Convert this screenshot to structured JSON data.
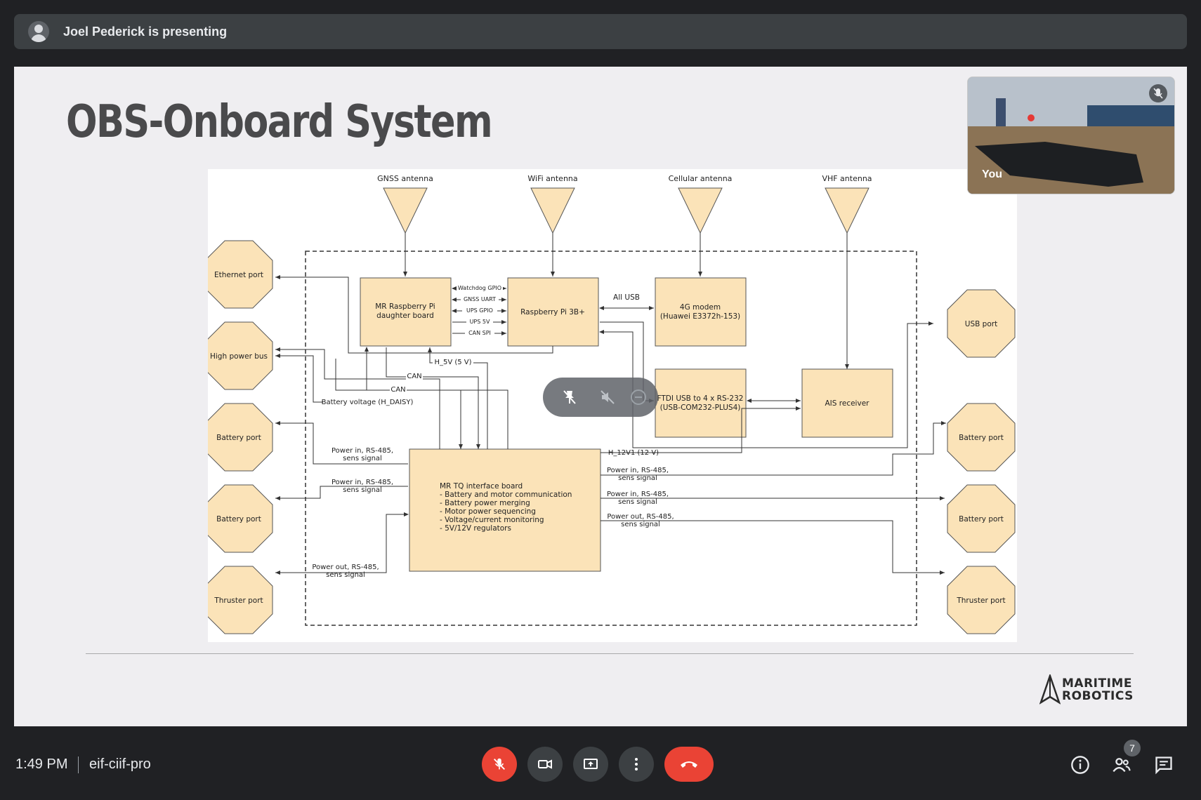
{
  "window": {
    "presenting_text": "Joel Pederick is presenting"
  },
  "slide": {
    "title": "OBS-Onboard System",
    "logo": {
      "line1": "MARITIME",
      "line2": "ROBOTICS"
    },
    "diagram": {
      "antennas": [
        "GNSS antenna",
        "WiFi antenna",
        "Cellular antenna",
        "VHF antenna"
      ],
      "boxes": {
        "mr_pi": [
          "MR Raspberry Pi",
          "daughter board"
        ],
        "pi3": "Raspberry Pi 3B+",
        "modem": [
          "4G modem",
          "(Huawei E3372h-153)"
        ],
        "ftdi": [
          "FTDI USB to 4 x RS-232",
          "(USB-COM232-PLUS4)"
        ],
        "ais": "AIS receiver",
        "tq": [
          "MR TQ interface board",
          "- Battery and motor communication",
          "- Battery power merging",
          "- Motor power sequencing",
          "- Voltage/current monitoring",
          "- 5V/12V regulators"
        ]
      },
      "ports_left": [
        "Ethernet port",
        "High power bus",
        "Battery port",
        "Battery port",
        "Thruster port"
      ],
      "ports_right": [
        "USB port",
        "Battery port",
        "Battery port",
        "Thruster port"
      ],
      "gpio_labels": [
        "Watchdog GPIO",
        "GNSS UART",
        "UPS GPIO",
        "UPS 5V",
        "CAN SPI"
      ],
      "labels": {
        "all_usb": "All USB",
        "h5v": "H_5V (5 V)",
        "can1": "CAN",
        "can2": "CAN",
        "battv": "Battery voltage (H_DAISY)",
        "pin1": [
          "Power in, RS-485,",
          "sens signal"
        ],
        "pin2": [
          "Power in, RS-485,",
          "sens signal"
        ],
        "pout_left": [
          "Power out, RS-485,",
          "sens signal"
        ],
        "h12": "H_12V1 (12 V)",
        "pin_r1": [
          "Power in, RS-485,",
          "sens signal"
        ],
        "pin_r2": [
          "Power in, RS-485,",
          "sens signal"
        ],
        "pout_right": [
          "Power out, RS-485,",
          "sens signal"
        ]
      }
    }
  },
  "selfview": {
    "label": "You"
  },
  "bottom": {
    "time": "1:49 PM",
    "meeting_code": "eif-ciif-pro",
    "participants_count": "7"
  },
  "colors": {
    "box_fill": "#fbe3b8",
    "box_stroke": "#555555",
    "end_call": "#ea4335",
    "bar_bg": "#202124"
  }
}
